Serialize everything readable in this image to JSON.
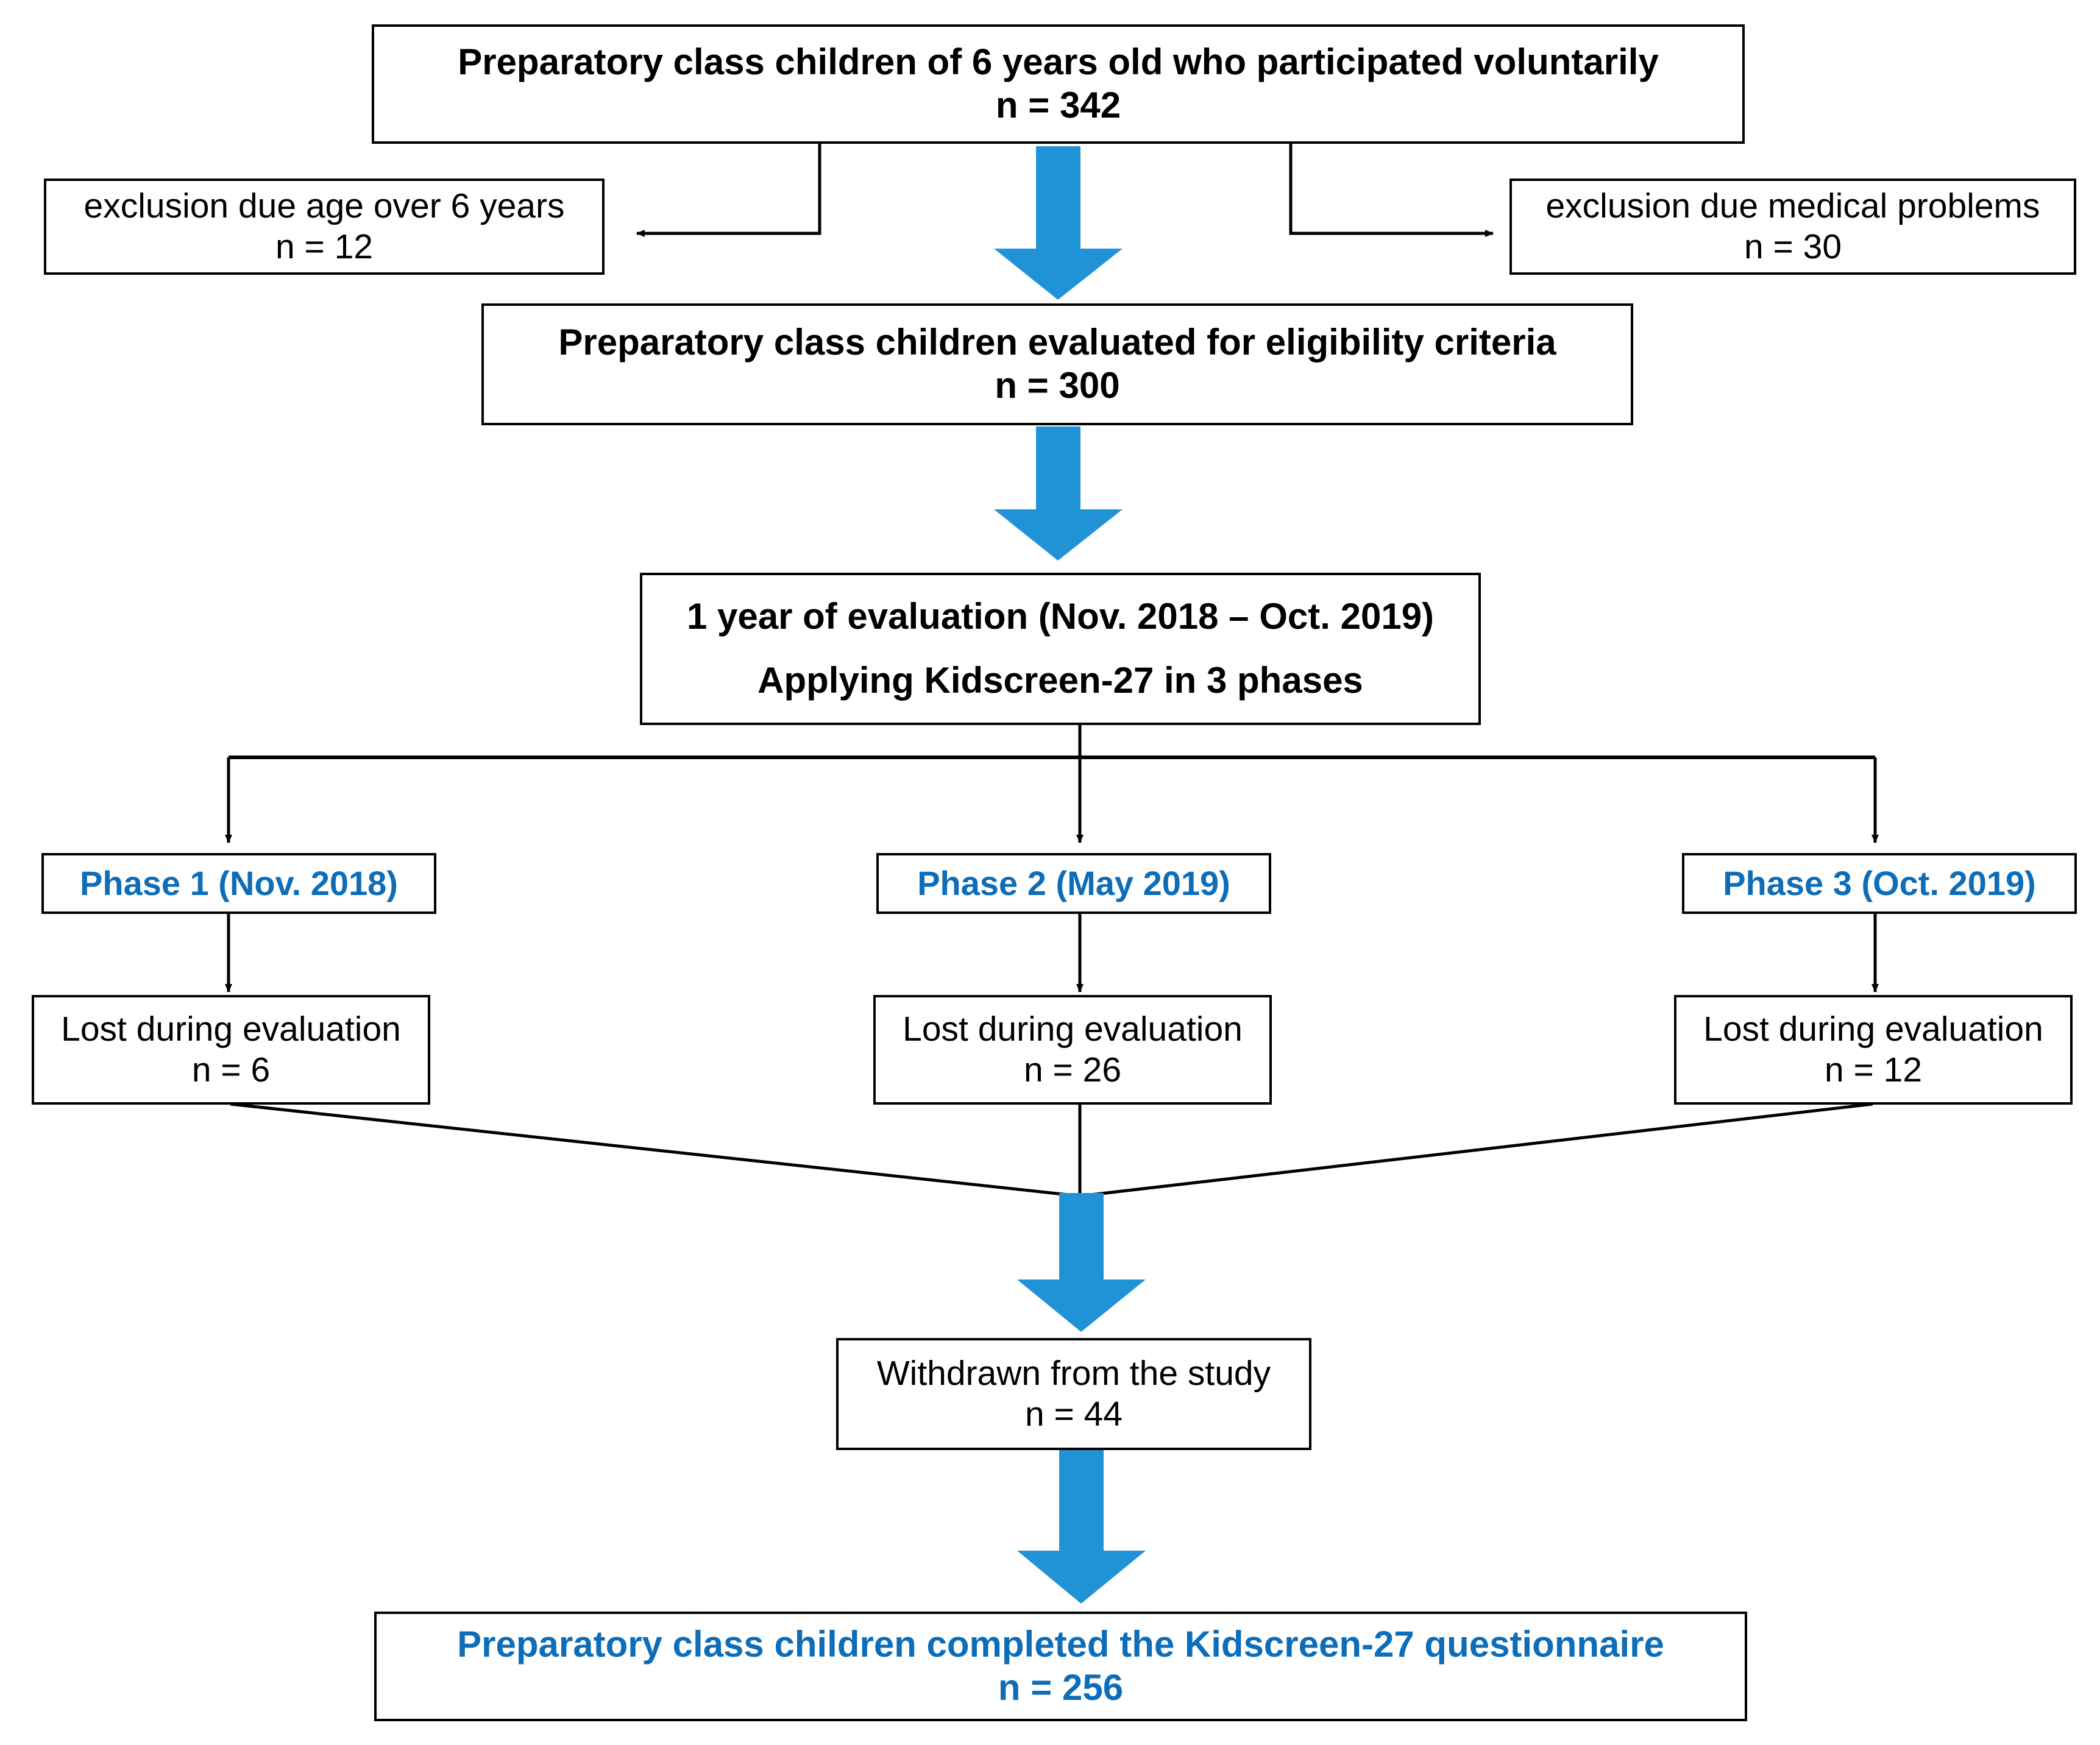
{
  "diagram": {
    "title": "Study participant flow diagram (CONSORT-style)",
    "colors": {
      "arrow_blue": "#1f93d6",
      "text_blue": "#0d6db8",
      "box_border": "#000000",
      "background": "#ffffff"
    },
    "nodes": {
      "enrolled": {
        "line1": "Preparatory class children of 6 years old who participated voluntarily",
        "line2": "n = 342"
      },
      "exclusion_age": {
        "line1": "exclusion due age over 6 years",
        "line2": "n = 12"
      },
      "exclusion_medical": {
        "line1": "exclusion due medical problems",
        "line2": "n = 30"
      },
      "eligibility": {
        "line1": "Preparatory class children evaluated for eligibility criteria",
        "line2": "n = 300"
      },
      "evaluation": {
        "line1": "1 year of evaluation (Nov. 2018 – Oct. 2019)",
        "line2": "Applying Kidscreen-27 in 3 phases"
      },
      "phase1": {
        "label": "Phase 1 (Nov. 2018)"
      },
      "phase2": {
        "label": "Phase 2 (May 2019)"
      },
      "phase3": {
        "label": "Phase 3 (Oct. 2019)"
      },
      "lost1": {
        "line1": "Lost during evaluation",
        "line2": "n = 6"
      },
      "lost2": {
        "line1": "Lost during evaluation",
        "line2": "n = 26"
      },
      "lost3": {
        "line1": "Lost during evaluation",
        "line2": "n = 12"
      },
      "withdrawn": {
        "line1": "Withdrawn from the study",
        "line2": "n = 44"
      },
      "completed": {
        "line1": "Preparatory class children completed the Kidscreen-27 questionnaire",
        "line2": "n = 256"
      }
    },
    "counts": {
      "participated_voluntarily": 342,
      "excluded_age_over_6": 12,
      "excluded_medical_problems": 30,
      "evaluated_for_eligibility": 300,
      "lost_phase_1": 6,
      "lost_phase_2": 26,
      "lost_phase_3": 12,
      "withdrawn_total": 44,
      "completed_questionnaire": 256
    }
  }
}
